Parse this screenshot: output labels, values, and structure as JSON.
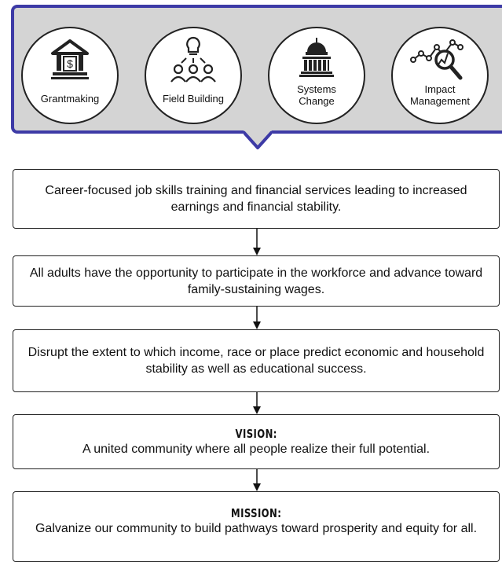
{
  "strategies": [
    {
      "label": "Grantmaking",
      "icon": "bank-icon"
    },
    {
      "label": "Field Building",
      "icon": "lightbulb-people-icon"
    },
    {
      "label": "Systems\nChange",
      "icon": "capitol-building-icon"
    },
    {
      "label": "Impact\nManagement",
      "icon": "magnifier-chart-icon"
    }
  ],
  "colors": {
    "panel_border": "#3d3aa6",
    "panel_fill": "#d4d4d4"
  },
  "chain": [
    {
      "text": "Career-focused job skills training and financial services leading to  increased earnings and financial stability."
    },
    {
      "text": "All adults have the opportunity to participate in the workforce and advance toward family-sustaining wages."
    },
    {
      "text": "Disrupt the extent to which income, race or place predict economic and household stability as well as educational success."
    },
    {
      "heading": "VISION:",
      "text": "A united community where all people realize their full potential."
    },
    {
      "heading": "MISSION:",
      "text": "Galvanize our community to build pathways toward prosperity and equity for all."
    }
  ]
}
